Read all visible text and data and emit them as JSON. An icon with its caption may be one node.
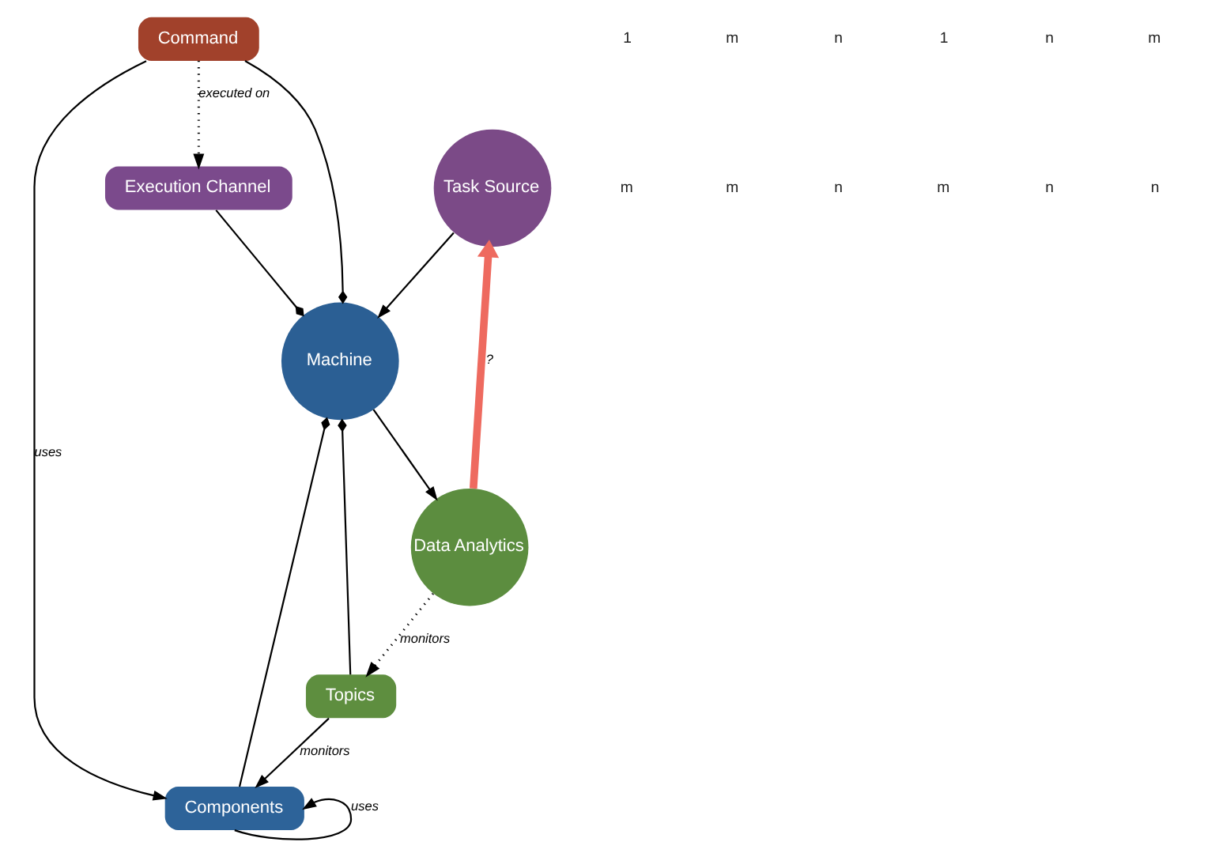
{
  "diagram": {
    "nodes": [
      {
        "text": [
          "Task Source"
        ]
      },
      {
        "text": [
          "Execution Channel"
        ]
      },
      {
        "text": [
          "Machine"
        ]
      },
      {
        "text": [
          "Command"
        ]
      },
      {
        "text": [
          "Components"
        ]
      },
      {
        "text": [
          "Data Analytics"
        ]
      },
      {
        "text": [
          "Topics"
        ]
      }
    ],
    "edges": [
      {
        "from": 0,
        "to": 2,
        "arrow": "to"
      },
      {
        "from": 1,
        "to": 2,
        "arrow": "other"
      },
      {
        "from": 3,
        "to": 2,
        "arrow": "other"
      },
      {
        "from": 4,
        "to": 2,
        "arrow": "other"
      },
      {
        "from": 6,
        "to": 2,
        "arrow": "other"
      },
      {
        "from": 2,
        "to": 5,
        "arrow": "to"
      },
      {
        "from": 3,
        "to": 1,
        "arrow": "to",
        "label": "executed on",
        "style": "dashed"
      },
      {
        "from": 3,
        "to": 4,
        "arrow": "to",
        "label": "uses"
      },
      {
        "from": 4,
        "to": 4,
        "arrow": "to",
        "label": "uses"
      },
      {
        "from": 6,
        "to": 4,
        "arrow": "to",
        "label": "monitors"
      },
      {
        "from": 5,
        "to": 6,
        "arrow": "to",
        "label": "monitors",
        "style": "dashed"
      },
      {
        "from": 5,
        "to": 0,
        "arrow": "to",
        "label": "?",
        "style": "thick",
        "color": "#ee6a5f"
      }
    ],
    "labels": [
      "1",
      "m",
      "n",
      "1",
      "n",
      "m",
      "m",
      "m",
      "n",
      "m",
      "n",
      "n"
    ]
  }
}
